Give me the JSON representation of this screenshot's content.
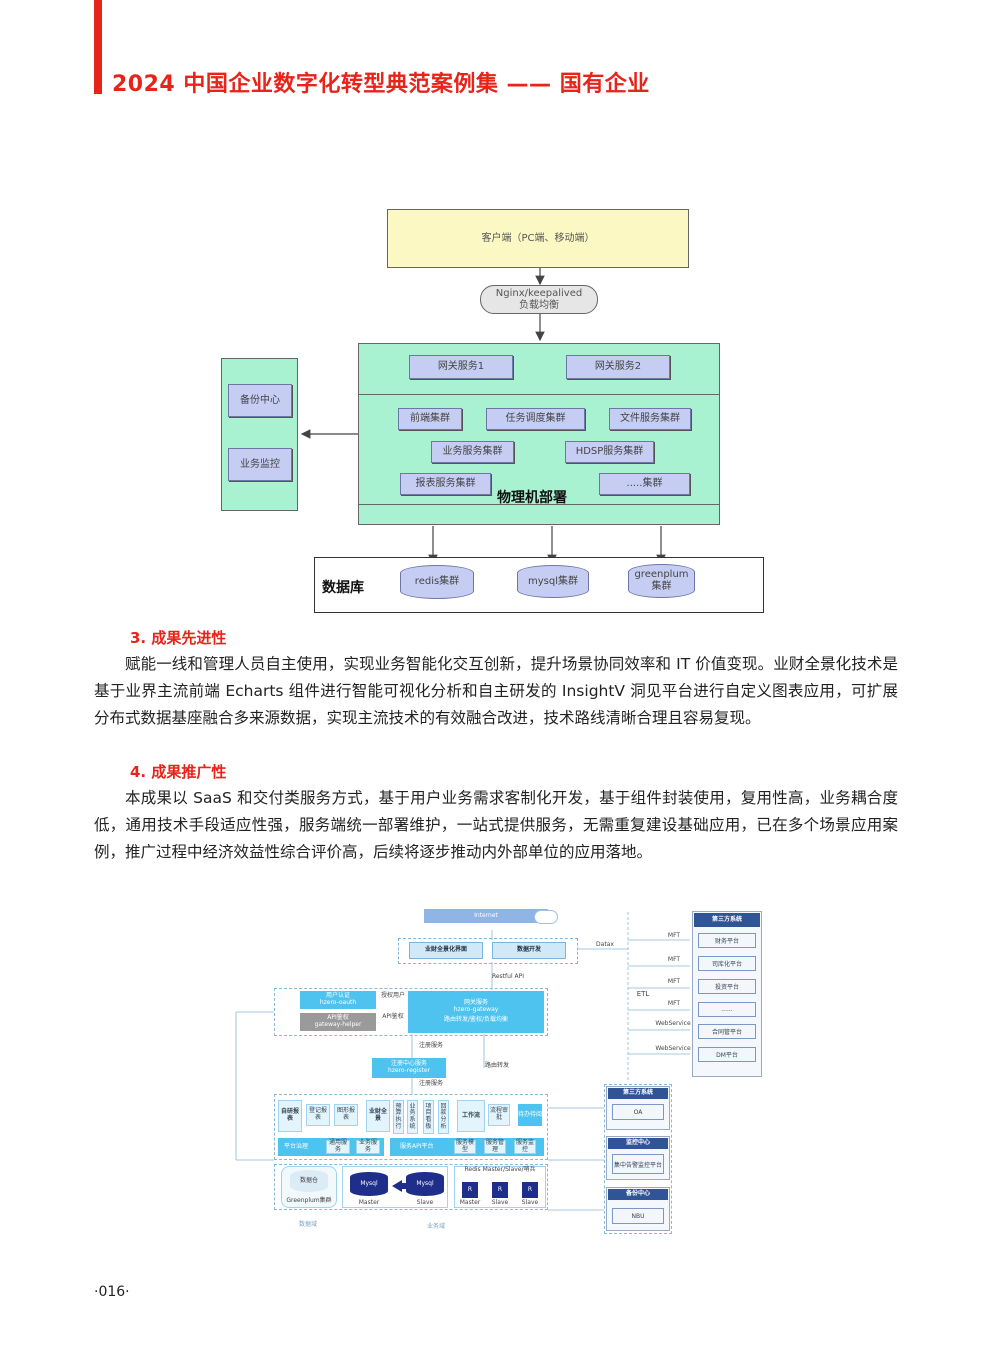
{
  "header": {
    "title": "2024 中国企业数字化转型典范案例集 —— 国有企业"
  },
  "diagram1": {
    "client": "客户端（PC端、移动端）",
    "lb_line1": "Nginx/keepalived",
    "lb_line2": "负载均衡",
    "gateway1": "网关服务1",
    "gateway2": "网关服务2",
    "frontend": "前端集群",
    "scheduler": "任务调度集群",
    "file_service": "文件服务集群",
    "business_service": "业务服务集群",
    "hdsp_service": "HDSP服务集群",
    "report_service": "报表服务集群",
    "other_cluster": ".....集群",
    "physical_label": "物理机部署",
    "backup_center": "备份中心",
    "business_monitor": "业务监控",
    "database_label": "数据库",
    "redis": "redis集群",
    "mysql": "mysql集群",
    "greenplum_line1": "greenplum",
    "greenplum_line2": "集群"
  },
  "section3": {
    "heading": "3. 成果先进性",
    "body": "赋能一线和管理人员自主使用，实现业务智能化交互创新，提升场景协同效率和 IT 价值变现。业财全景化技术是基于业界主流前端 Echarts 组件进行智能可视化分析和自主研发的 InsightV 洞见平台进行自定义图表应用，可扩展分布式数据基座融合多来源数据，实现主流技术的有效融合改进，技术路线清晰合理且容易复现。"
  },
  "section4": {
    "heading": "4. 成果推广性",
    "body": "本成果以 SaaS 和交付类服务方式，基于用户业务需求客制化开发，基于组件封装使用，复用性高，业务耦合度低，通用技术手段适应性强，服务端统一部署维护，一站式提供服务，无需重复建设基础应用，已在多个场景应用案例，推广过程中经济效益性综合评价高，后续将逐步推动内外部单位的应用落地。"
  },
  "diagram2": {
    "internet": "Internet",
    "ui": "业财全景化界面",
    "data_dev": "数据开发",
    "datax": "Datax",
    "restful": "Restful API",
    "user_auth": "用户认证",
    "user_auth_sub": "hzero-oauth",
    "api_auth": "API鉴权",
    "api_auth_sub": "gateway-helper",
    "auth_user": "授权用户",
    "api_auth_small": "API鉴权",
    "gw_title": "网关服务",
    "gw_sub": "hzero-gateway",
    "gw_desc": "路由转发/鉴权/负载均衡",
    "register_fetch": "注册服务",
    "route": "路由转发",
    "reg_title": "注册中心服务",
    "reg_sub": "hzero-register",
    "reg_service": "注册服务",
    "etl": "ETL",
    "mft1": "MFT",
    "mft2": "MFT",
    "mft3": "MFT",
    "mft4": "MFT",
    "ws1": "WebService",
    "ws2": "WebService",
    "third_sys_title": "第三方系统",
    "third_items": [
      "财务平台",
      "司库化平台",
      "投资平台",
      "......",
      "合同管平台",
      "DM平台"
    ],
    "self_report": "自研报表",
    "cell1": "登记报表",
    "cell2": "图形报表",
    "yecai": "业财全景",
    "vcol1": "预算执行",
    "vcol2": "业务系统",
    "vcol3": "项目看板",
    "vcol4": "回款分析",
    "workflow": "工作流",
    "wf1": "流程审批",
    "wf2": "待办待阅",
    "platform_mgmt": "平台治理",
    "pm1": "通用服务",
    "pm2": "业务服务",
    "service_api": "服务API平台",
    "sa1": "服务模型",
    "sa2": "服务管理",
    "sa3": "服务监控",
    "dw": "数据仓",
    "greenplum": "Greenplum集群",
    "mysql1": "Mysql",
    "mysql2": "Mysql",
    "master": "Master",
    "slave": "Slave",
    "redis_title": "Redis Master/Slave/哨兵",
    "r_master": "Master",
    "r_slave1": "Slave",
    "r_slave2": "Slave",
    "data_layer": "数据域",
    "biz_layer": "业务域",
    "right_third": "第三方系统",
    "oa": "OA",
    "monitor_center": "监控中心",
    "monitor_item": "集中告警监控平台",
    "backup_center": "备份中心",
    "nbu": "NBU"
  },
  "footer": {
    "page": "·016·"
  },
  "colors": {
    "accent": "#e8231a",
    "client_box": "#fbf8c4",
    "cluster_box": "#a8f2d2",
    "service": "#c6cdf3",
    "diagram_blue": "#4fc3f0"
  }
}
